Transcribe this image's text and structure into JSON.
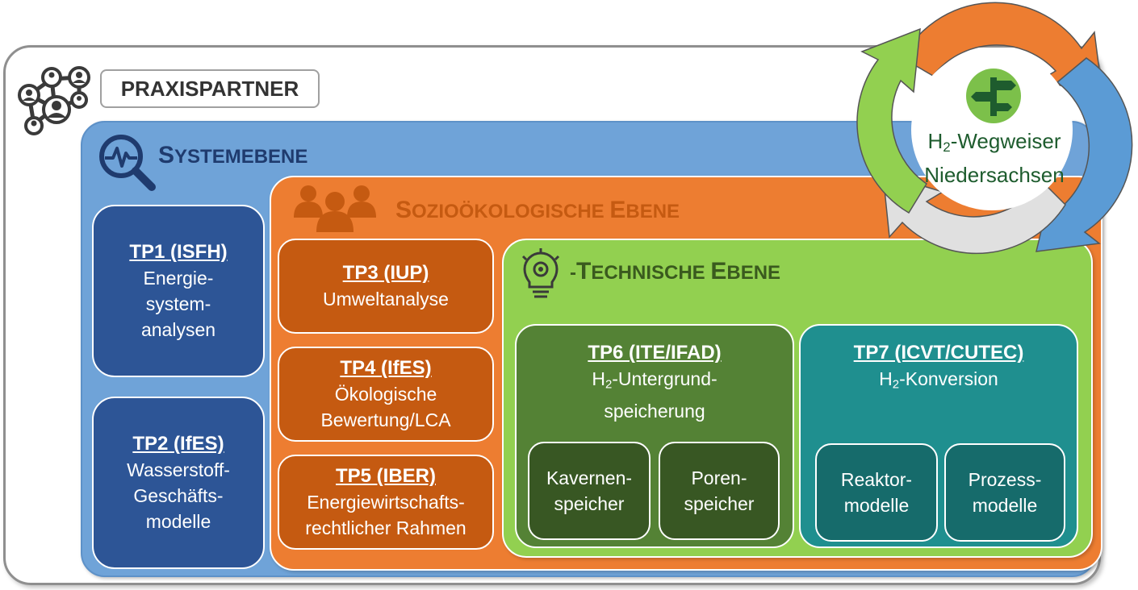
{
  "colors": {
    "system": "#6fa3d8",
    "system_dark": "#2d5596",
    "socio": "#ed7d31",
    "socio_dark": "#c55a11",
    "tech": "#92d050",
    "tp6": "#548235",
    "tp6_sub": "#385723",
    "tp7": "#1f8f8f",
    "tp7_sub": "#166b6b",
    "hub_green": "#1e5c2e"
  },
  "praxis": {
    "label": "PRAXISPARTNER",
    "icon": "network-people-icon"
  },
  "system_level": {
    "title_cap": "S",
    "title_rest": "YSTEMEBENE",
    "icon": "magnifier-pulse-icon",
    "tp1": {
      "name": "TP1 (ISFH)",
      "desc": [
        "Energie-",
        "system-",
        "analysen"
      ]
    },
    "tp2": {
      "name": "TP2 (IfES)",
      "desc": [
        "Wasserstoff-",
        "Geschäfts-",
        "modelle"
      ]
    }
  },
  "socio_level": {
    "title_cap1": "S",
    "title_rest1": "OZIOÖKOLOGISCHE ",
    "title_cap2": "E",
    "title_rest2": "BENE",
    "icon": "people-group-icon",
    "tp3": {
      "name": "TP3 (IUP)",
      "desc": [
        "Umweltanalyse"
      ]
    },
    "tp4": {
      "name": "TP4 (IfES)",
      "desc": [
        "Ökologische",
        "Bewertung/LCA"
      ]
    },
    "tp5": {
      "name": "TP5 (IBER)",
      "desc": [
        "Energiewirtschafts-",
        "rechtlicher Rahmen"
      ]
    }
  },
  "tech_level": {
    "title_prefix": "-",
    "title_cap1": "T",
    "title_rest1": "ECHNISCHE ",
    "title_cap2": "E",
    "title_rest2": "BENE",
    "icon": "lightbulb-gear-icon",
    "tp6": {
      "name": "TP6 (ITE/IFAD)",
      "desc_h": "H",
      "desc_sub": "2",
      "desc_rest": "-Untergrund-",
      "desc_line2": "speicherung",
      "sub1": [
        "Kavernen-",
        "speicher"
      ],
      "sub2": [
        "Poren-",
        "speicher"
      ]
    },
    "tp7": {
      "name": "TP7 (ICVT/CUTEC)",
      "desc_h": "H",
      "desc_sub": "2",
      "desc_rest": "-Konversion",
      "sub1": [
        "Reaktor-",
        "modelle"
      ],
      "sub2": [
        "Prozess-",
        "modelle"
      ]
    }
  },
  "hub": {
    "h": "H",
    "sub": "2",
    "line1_rest": "-Wegweiser",
    "line2": "Niedersachsen",
    "icon": "signpost-icon"
  }
}
